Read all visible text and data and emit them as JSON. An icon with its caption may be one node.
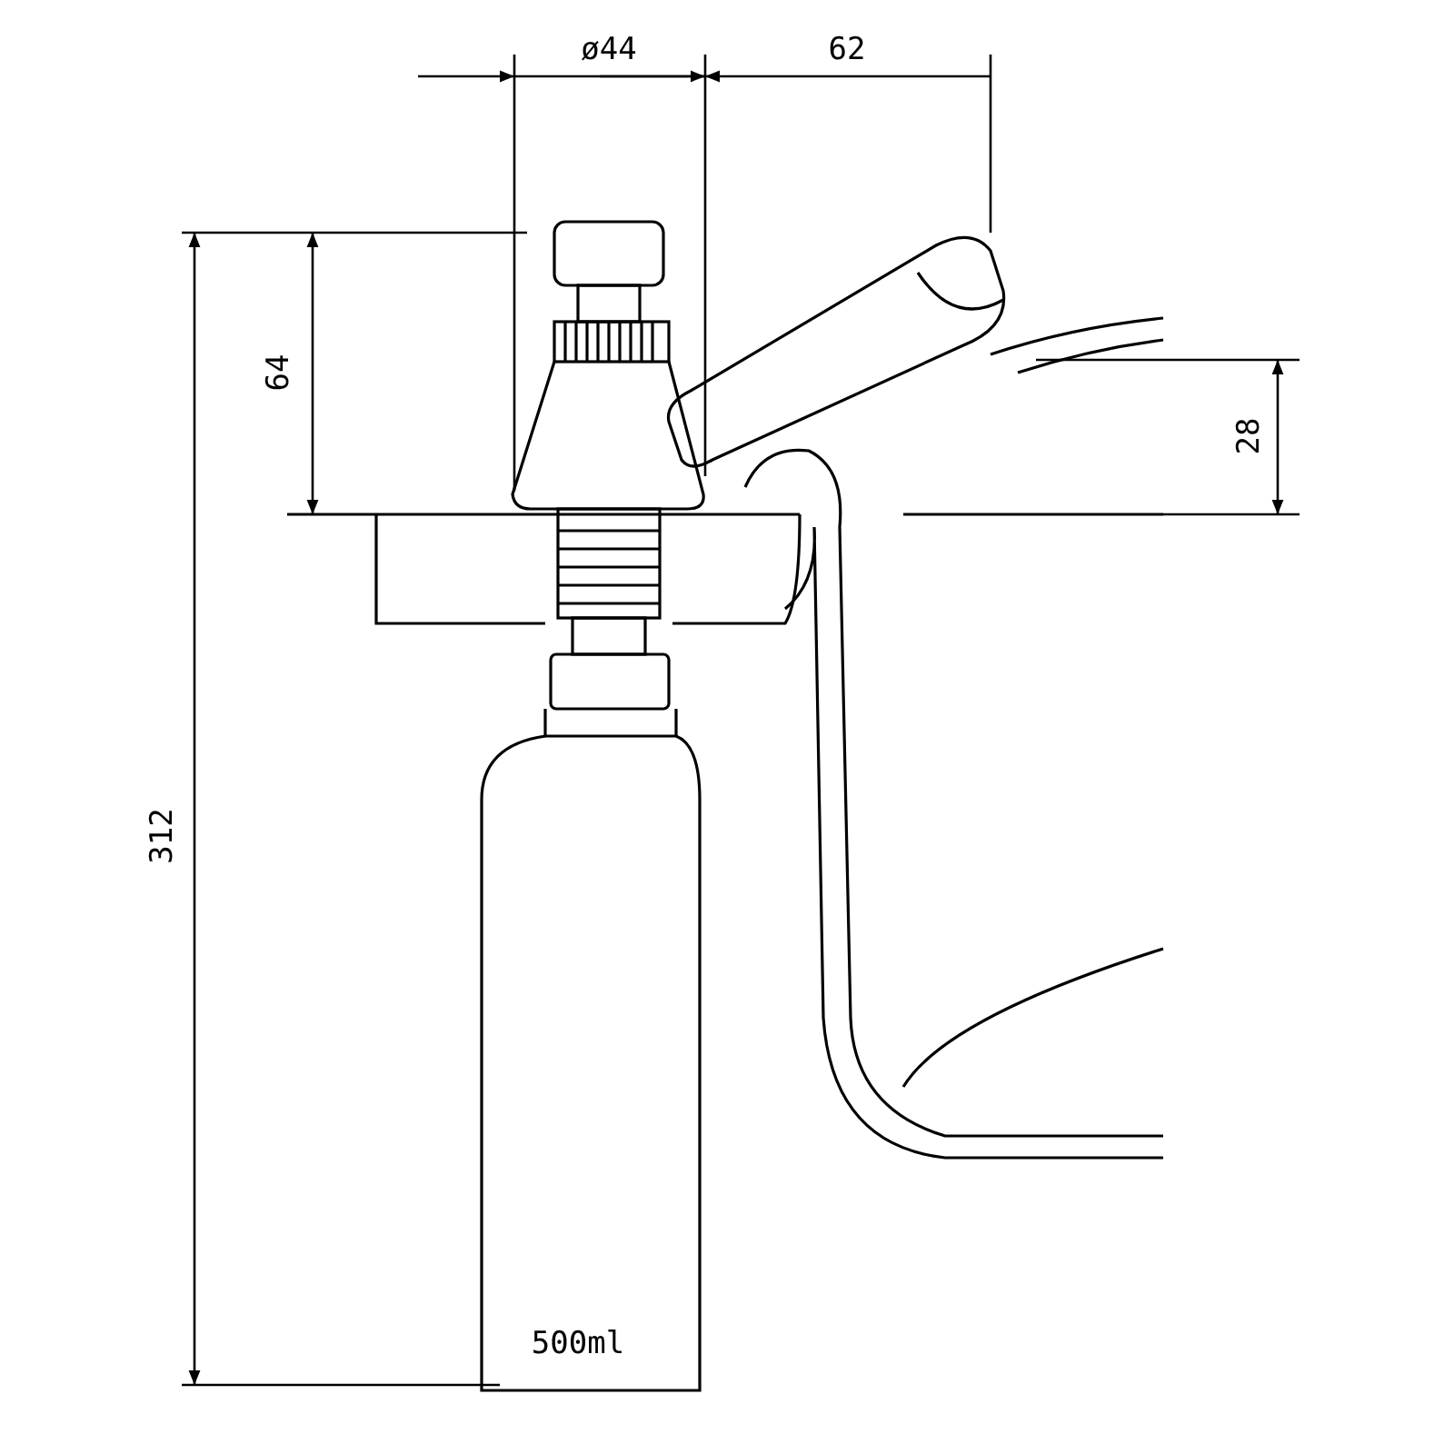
{
  "diagram": {
    "labels": [
      "ø44",
      "62",
      "64",
      "28",
      "312",
      "500ml"
    ]
  }
}
